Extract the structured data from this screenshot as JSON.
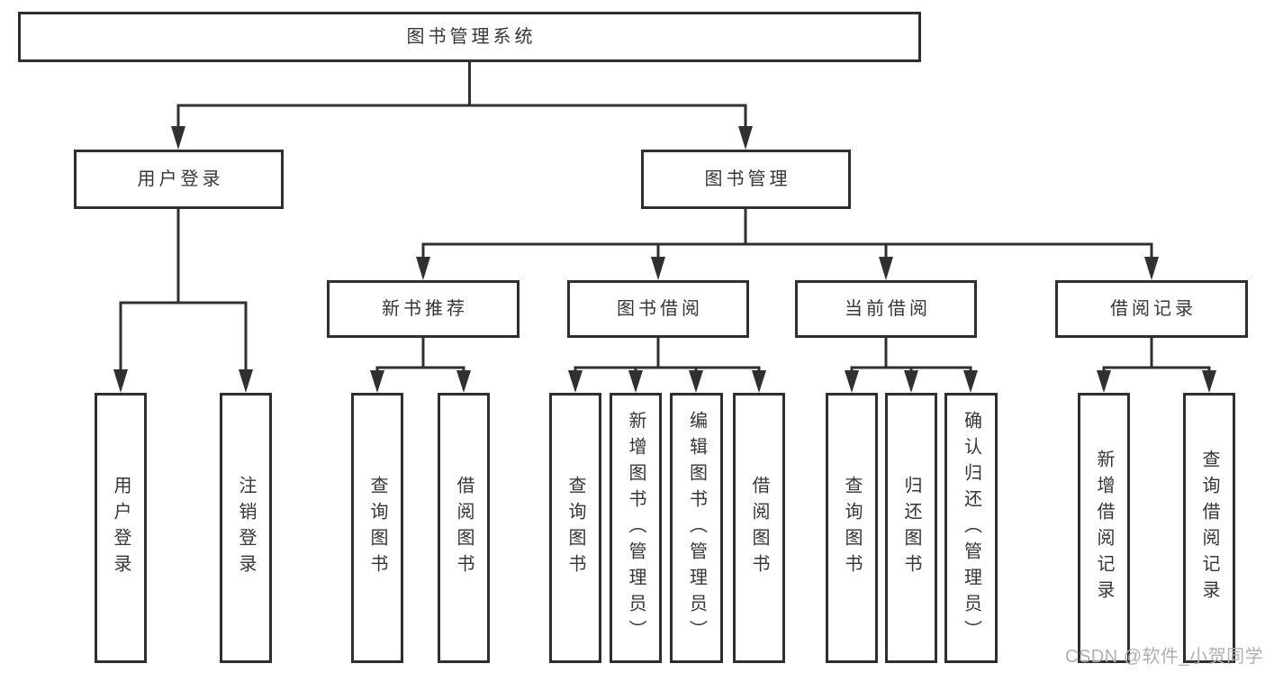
{
  "tree": {
    "root": {
      "label": "图书管理系统"
    },
    "branches": [
      {
        "label": "用户登录",
        "children": [
          {
            "label": "用户登录"
          },
          {
            "label": "注销登录"
          }
        ]
      },
      {
        "label": "图书管理",
        "children": [
          {
            "label": "新书推荐",
            "children": [
              {
                "label": "查询图书"
              },
              {
                "label": "借阅图书"
              }
            ]
          },
          {
            "label": "图书借阅",
            "children": [
              {
                "label": "查询图书"
              },
              {
                "label": "新增图书（管理员）"
              },
              {
                "label": "编辑图书（管理员）"
              },
              {
                "label": "借阅图书"
              }
            ]
          },
          {
            "label": "当前借阅",
            "children": [
              {
                "label": "查询图书"
              },
              {
                "label": "归还图书"
              },
              {
                "label": "确认归还（管理员）"
              }
            ]
          },
          {
            "label": "借阅记录",
            "children": [
              {
                "label": "新增借阅记录"
              },
              {
                "label": "查询借阅记录"
              }
            ]
          }
        ]
      }
    ]
  },
  "watermark": {
    "text": "CSDN @软件_小贺同学"
  },
  "colors": {
    "line": "#303030",
    "box_border": "#2f2f2f",
    "box_fill": "#ffffff",
    "label_text": "#363636",
    "watermark_text": "#b0b0b0"
  }
}
